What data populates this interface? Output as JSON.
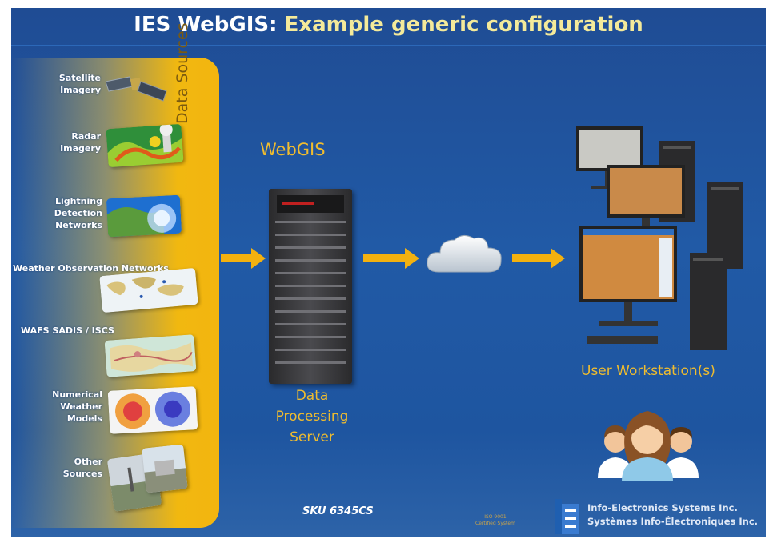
{
  "title": {
    "part1": "IES WebGIS:",
    "part2": "Example generic configuration"
  },
  "data_sources_label": "Data Sources",
  "sources": [
    {
      "label": "Satellite\nImagery"
    },
    {
      "label": "Radar\nImagery"
    },
    {
      "label": "Lightning\nDetection\nNetworks"
    },
    {
      "label": "Weather Observation Networks"
    },
    {
      "label": "WAFS SADIS / ISCS"
    },
    {
      "label": "Numerical\nWeather\nModels"
    },
    {
      "label": "Other\nSources"
    }
  ],
  "webgis_label": "WebGIS",
  "server_label": "Data\nProcessing\nServer",
  "workstations_label": "User Workstation(s)",
  "sku": "SKU 6345CS",
  "iso": "ISO 9001\nCertified System",
  "company": {
    "line1": "Info-Electronics Systems Inc.",
    "line2": "Systèmes Info-Électroniques Inc."
  },
  "colors": {
    "accent": "#f3b10f",
    "background": "#215aa6",
    "title_highlight": "#f4ea9a"
  },
  "icons": [
    "satellite-icon",
    "radar-map-icon",
    "lightning-globe-icon",
    "world-map-icon",
    "wafs-map-icon",
    "weather-model-icon",
    "photo-icon",
    "server-rack-icon",
    "cloud-icon",
    "workstation-icon",
    "users-icon",
    "ies-logo-icon"
  ]
}
